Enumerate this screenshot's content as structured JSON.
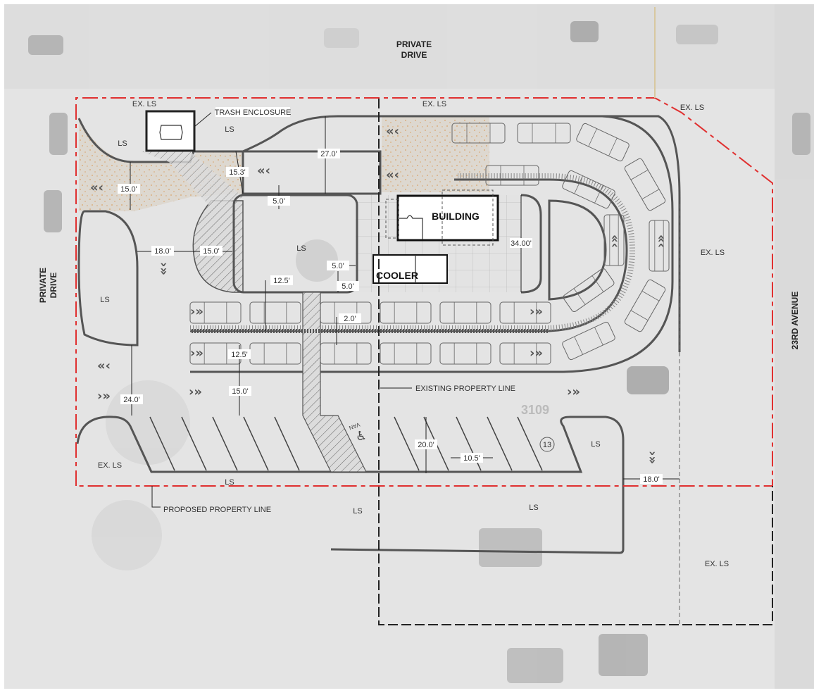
{
  "roads": {
    "top_line1": "PRIVATE",
    "top_line2": "DRIVE",
    "left_line1": "PRIVATE",
    "left_line2": "DRIVE",
    "right": "23RD AVENUE"
  },
  "buildings": {
    "main": "BUILDING",
    "cooler": "COOLER",
    "trash": "TRASH ENCLOSURE"
  },
  "landscape_labels": {
    "ex_ls": "EX. LS",
    "ls": "LS"
  },
  "property_lines": {
    "existing": "EXISTING PROPERTY LINE",
    "proposed": "PROPOSED PROPERTY LINE"
  },
  "dimensions": {
    "d27": "27.0'",
    "d15_3": "15.3'",
    "d15_left": "15.0'",
    "d5_top": "5.0'",
    "d18_left": "18.0'",
    "d15_mid": "15.0'",
    "d34": "34.00'",
    "d5_a": "5.0'",
    "d5_b": "5.0'",
    "d12_5_top": "12.5'",
    "d2": "2.0'",
    "d12_5_bot": "12.5'",
    "d24": "24.0'",
    "d15_aisle": "15.0'",
    "d20": "20.0'",
    "d10_5": "10.5'",
    "d18_right": "18.0'"
  },
  "markers": {
    "stall_count": "13",
    "address": "3109",
    "van": "VAN"
  },
  "colors": {
    "proposed_line": "#e03030",
    "existing_line": "#222222",
    "background": "#e4e4e4",
    "paving_texture": "#e0c9a8"
  }
}
